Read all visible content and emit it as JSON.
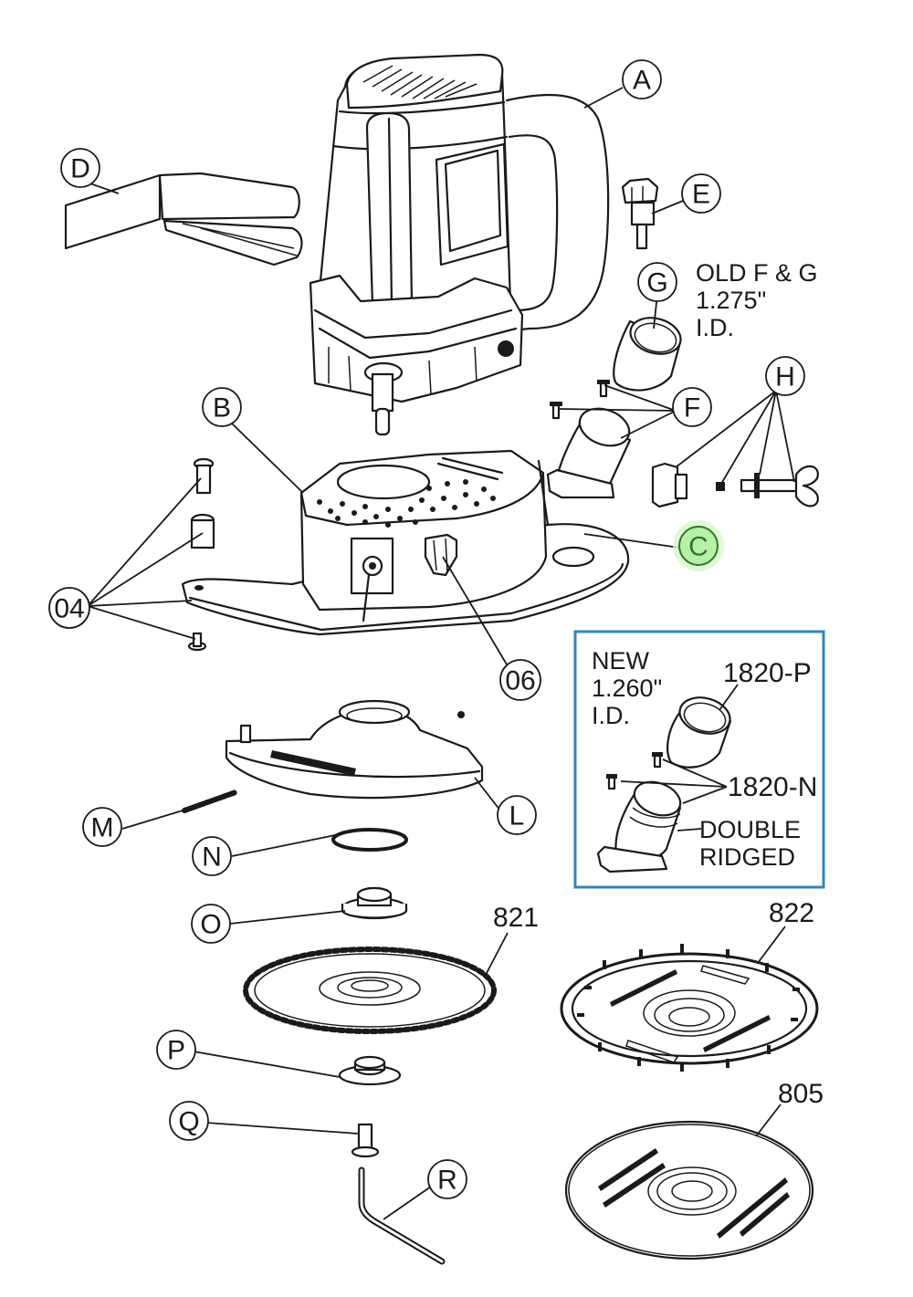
{
  "diagram": {
    "type": "exploded-parts-diagram",
    "callouts": {
      "A": "A",
      "B": "B",
      "C": "C",
      "D": "D",
      "E": "E",
      "F": "F",
      "G": "G",
      "H": "H",
      "L": "L",
      "M": "M",
      "N": "N",
      "O": "O",
      "P": "P",
      "Q": "Q",
      "R": "R",
      "p04": "04",
      "p06": "06"
    },
    "highlighted_callout": "C",
    "highlight_color": "#2d7a20",
    "part_numbers": {
      "p821": "821",
      "p822": "822",
      "p805": "805"
    },
    "old_note": {
      "line1": "OLD F & G",
      "line2": "1.275\"",
      "line3": "I.D."
    },
    "new_box": {
      "border_color": "#2a86c8",
      "line1": "NEW",
      "line2": "1.260\"",
      "line3": "I.D.",
      "part_p": "1820-P",
      "part_n": "1820-N",
      "note1": "DOUBLE",
      "note2": "RIDGED"
    }
  }
}
